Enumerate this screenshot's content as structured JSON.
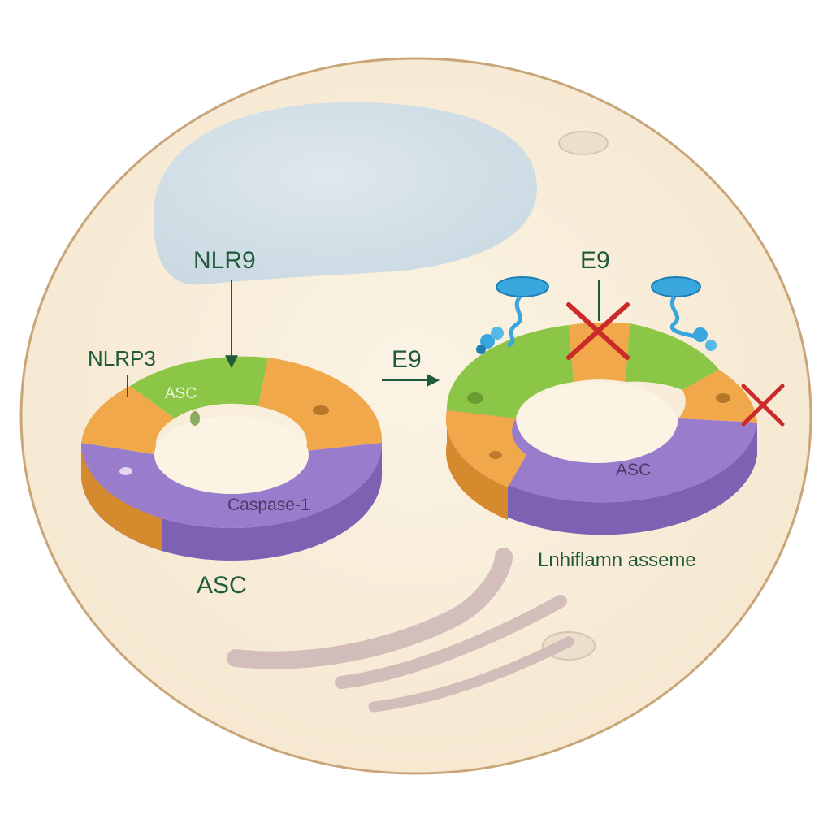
{
  "labels": {
    "nlr9": "NLR9",
    "nlrp3": "NLRP3",
    "asc_ring_left": "ASC",
    "caspase": "Caspase-1",
    "asc_bottom_left": "ASC",
    "e9_middle": "E9",
    "e9_top_right": "E9",
    "asc_ring_right": "ASC",
    "inflammasome": "Lnhiflamn asseme"
  },
  "colors": {
    "cell_fill": "#f8eedc",
    "cell_border": "#c9a57a",
    "nucleus": "#cfdde6",
    "green": "#8cc646",
    "orange": "#f1a84a",
    "purple": "#9a7ccc",
    "label": "#1f5a3c",
    "inhibit_x": "#cc2a2a",
    "protein_blue": "#3aa6de"
  },
  "icons": {
    "inhibit": "red-x-icon",
    "protein": "blue-protein-icon"
  }
}
